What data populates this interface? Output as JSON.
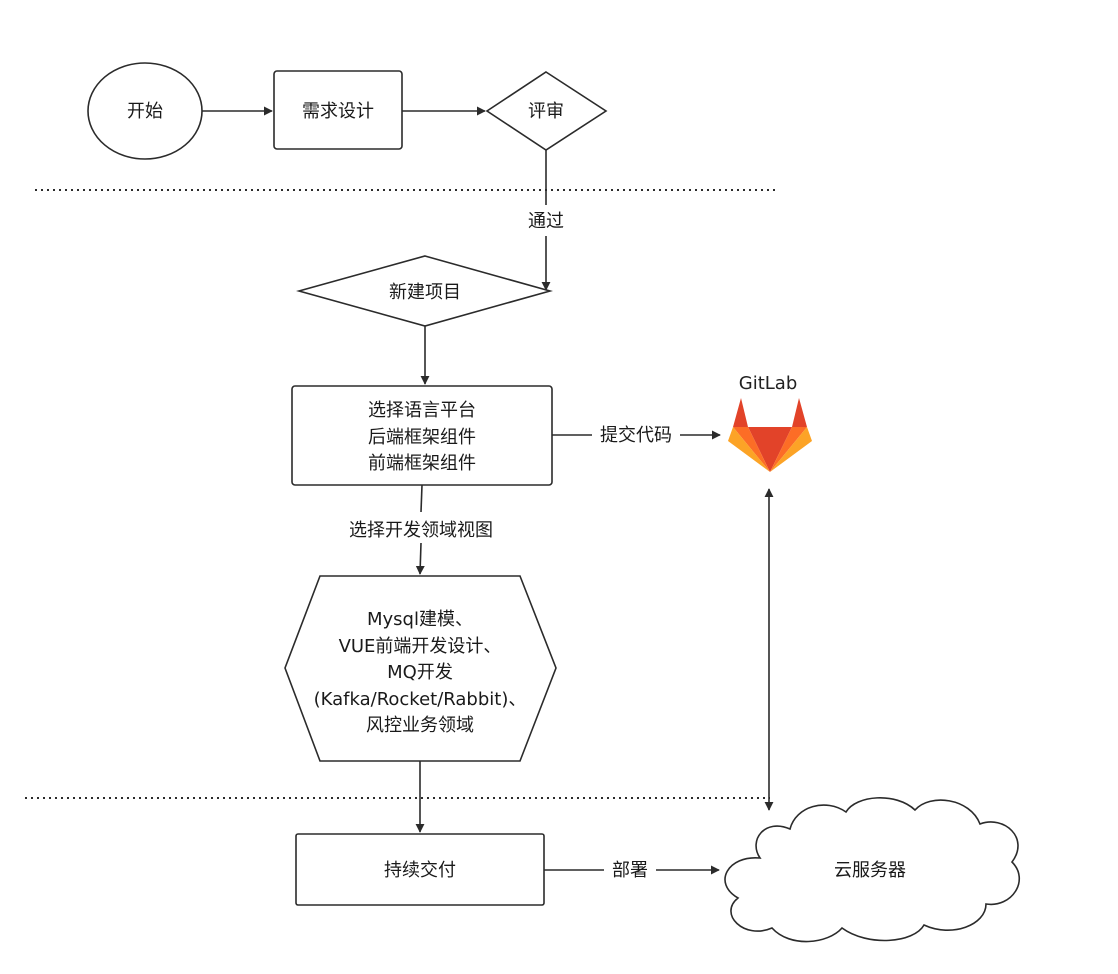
{
  "colors": {
    "stroke": "#2b2b2b",
    "background": "#ffffff",
    "gitlab_orange_dark": "#e24329",
    "gitlab_orange": "#fc6d26",
    "gitlab_orange_light": "#fca326"
  },
  "nodes": {
    "start": "开始",
    "requirements": "需求设计",
    "review": "评审",
    "new_project": "新建项目",
    "select_platform": [
      "选择语言平台",
      "后端框架组件",
      "前端框架组件"
    ],
    "domains": [
      "Mysql建模、",
      "VUE前端开发设计、",
      "MQ开发",
      "(Kafka/Rocket/Rabbit)、",
      "风控业务领域"
    ],
    "continuous_delivery": "持续交付",
    "cloud_server": "云服务器"
  },
  "edge_labels": {
    "pass": "通过",
    "commit_code": "提交代码",
    "select_domain_view": "选择开发领域视图",
    "deploy": "部署"
  },
  "gitlab": {
    "label": "GitLab",
    "icon": "gitlab-fox-icon"
  }
}
